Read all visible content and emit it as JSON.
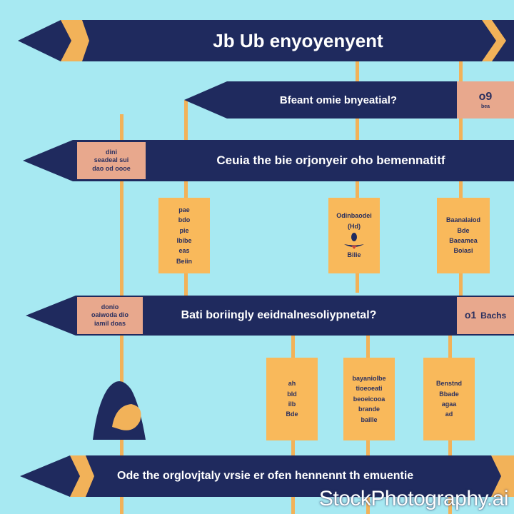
{
  "colors": {
    "background": "#a7e9f2",
    "banner": "#1f2a5e",
    "accent": "#f2b259",
    "tag": "#e8a88d",
    "card": "#f9b95b"
  },
  "title": "Jb Ub enyoyenyent",
  "banners": {
    "b1": "Bfeant omie bnyeatial?",
    "b2": "Ceuia the bie orjonyeir oho bemennatitf",
    "b3": "Bati boriingly eeidnalnesoliypnetal?",
    "b4": "Ode the orglovjtaly vrsie er ofen hennennt th emuentie"
  },
  "tags": {
    "t1": [
      "dini",
      "seadeal sui",
      "dao od oooe"
    ],
    "t2": [
      "donio",
      "oaiwoda dio",
      "iamil doas"
    ],
    "t3_num": "o9",
    "t3_sub": "bea",
    "t4_num": "o1",
    "t4_text": "Bachs"
  },
  "cards": {
    "c1": [
      "pae",
      "bdo",
      "pie",
      "lbibe",
      "eas",
      "Beiin"
    ],
    "c2": [
      "Odinbaodei",
      "(Hd)",
      "Bilie"
    ],
    "c3": [
      "Baanalaiod",
      "Bde",
      "Baeamea",
      "Boiasi"
    ],
    "c4": [
      "ah",
      "bld",
      "ilb",
      "Bde"
    ],
    "c5": [
      "bayaniolbe",
      "tioeoeati",
      "beoeicooa",
      "brande",
      "baille"
    ],
    "c6": [
      "Benstnd",
      "Bbade",
      "agaa",
      "ad"
    ]
  },
  "watermark": "StockPhotography.ai"
}
